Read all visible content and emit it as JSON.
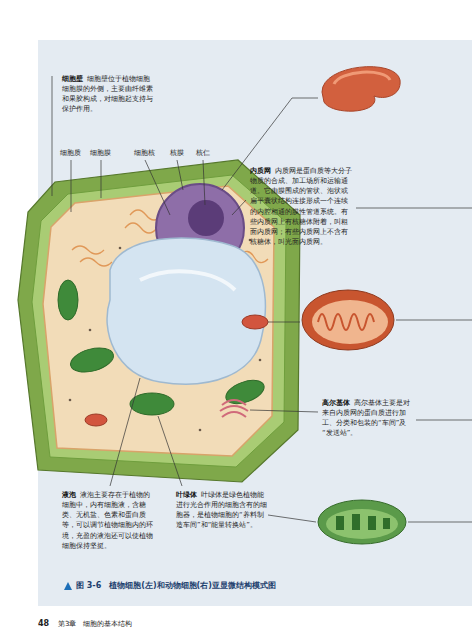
{
  "diagram": {
    "caption": "图 3-6　植物细胞(左)和动物细胞(右)亚显微结构模式图",
    "labels": [
      "细胞壁",
      "细胞壁位于植物细胞细胞膜的外侧，主要由纤维素和果胶构成，对细胞起支持与保护作用。",
      "细胞质",
      "细胞膜",
      "细胞核",
      "核膜",
      "核仁",
      "内质网",
      "内质网是蛋白质等大分子物质的合成、加工场所和运输通道。它由膜围成的管状、泡状或扁平囊状结构连接形成一个连续的内腔相通的膜性管道系统。有些内质网上有核糖体附着，叫粗面内质网；有些内质网上不含有核糖体，叫光面内质网。",
      "高尔基体",
      "高尔基体主要是对来自内质网的蛋白质进行加工、分类和包装的“车间”及“发送站”。",
      "液泡",
      "液泡主要存在于植物的细胞中，内有细胞液，含糖类、无机盐、色素和蛋白质等，可以调节植物细胞内的环境，充盈的液泡还可以使植物细胞保持坚挺。",
      "叶绿体",
      "叶绿体是绿色植物能进行光合作用的细胞含有的细胞器，是植物细胞的“养料制造车间”和“能量转换站”。",
      "48",
      "第3章　细胞的基本结构"
    ]
  }
}
